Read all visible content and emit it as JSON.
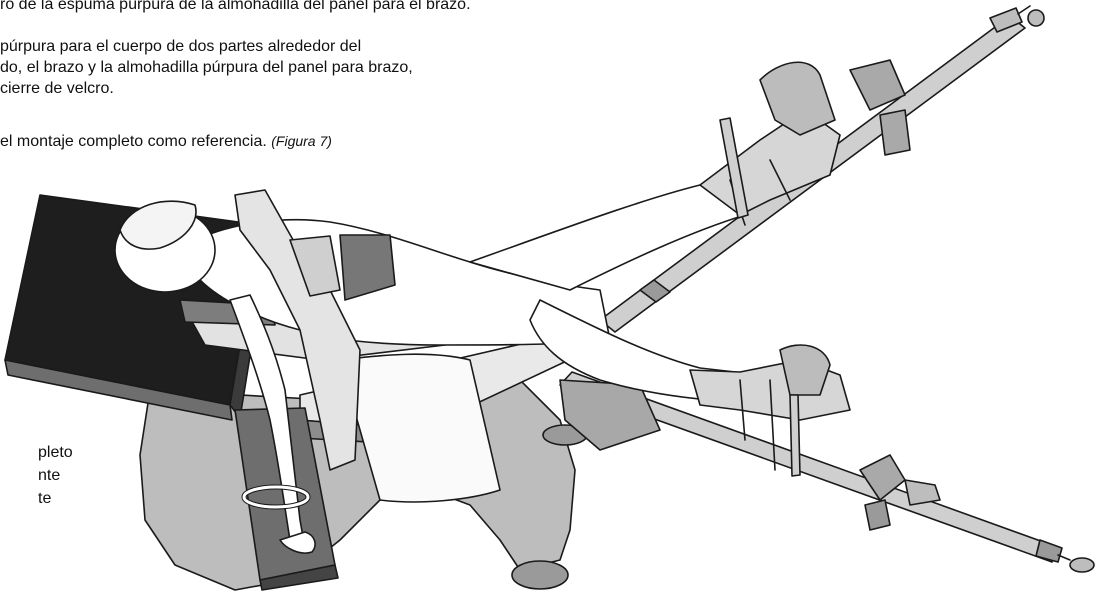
{
  "instructions": {
    "line_step6_tail": "ro de la espuma púrpura de la almohadilla del panel para el brazo.",
    "line_step7_a": "púrpura para el cuerpo de dos partes alrededor del",
    "line_step7_b": "do, el brazo y la almohadilla púrpura del panel para brazo,",
    "line_step7_c": "cierre de velcro.",
    "line_step8": "el montaje completo como referencia.",
    "figure_ref": "(Figura 7)"
  },
  "caption": {
    "line_a": "pleto",
    "line_b": "nte",
    "line_c": "te"
  },
  "figure": {
    "subject": "patient-positioning-table-with-leg-spars-illustration"
  }
}
